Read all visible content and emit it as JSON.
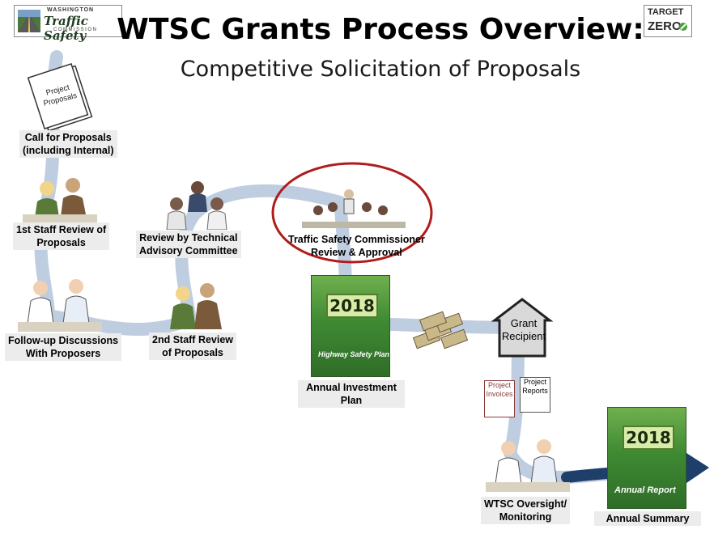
{
  "header": {
    "title": "WTSC Grants Process Overview:",
    "subtitle": "Competitive Solicitation of Proposals"
  },
  "logos": {
    "wtsc": {
      "line1": "WASHINGTON",
      "line2": "Traffic Safety",
      "line3": "COMMISSION"
    },
    "target_zero": {
      "line1": "TARGET",
      "line2": "ZERO"
    }
  },
  "steps": {
    "call_for_proposals": {
      "line1": "Call for Proposals",
      "line2": "(including Internal)",
      "doc_text": "Project Proposals"
    },
    "first_staff_review": {
      "line1": "1st Staff Review of",
      "line2": "Proposals"
    },
    "follow_up": {
      "line1": "Follow-up Discussions",
      "line2": "With Proposers"
    },
    "second_staff_review": {
      "line1": "2nd Staff Review",
      "line2": "of Proposals"
    },
    "technical_review": {
      "line1": "Review by Technical",
      "line2": "Advisory Committee"
    },
    "commissioner_review": {
      "line1": "Traffic Safety Commissioner",
      "line2": "Review & Approval"
    },
    "annual_investment_plan": {
      "line1": "Annual Investment",
      "line2": "Plan",
      "year": "2018",
      "book_title": "Highway Safety Plan"
    },
    "grant_recipient": {
      "line1": "Grant",
      "line2": "Recipient"
    },
    "project_invoices": {
      "line1": "Project",
      "line2": "Invoices"
    },
    "project_reports": {
      "line1": "Project",
      "line2": "Reports"
    },
    "oversight": {
      "line1": "WTSC Oversight/",
      "line2": "Monitoring"
    },
    "annual_summary": {
      "line1": "Annual Summary",
      "year": "2018",
      "book_title": "Annual Report"
    }
  },
  "colors": {
    "path": "#b8c8de",
    "arrow": "#1f3f6b",
    "highlight_ellipse": "#b01c1c",
    "book_green": "#3f8a33",
    "label_bg": "#ececec"
  }
}
